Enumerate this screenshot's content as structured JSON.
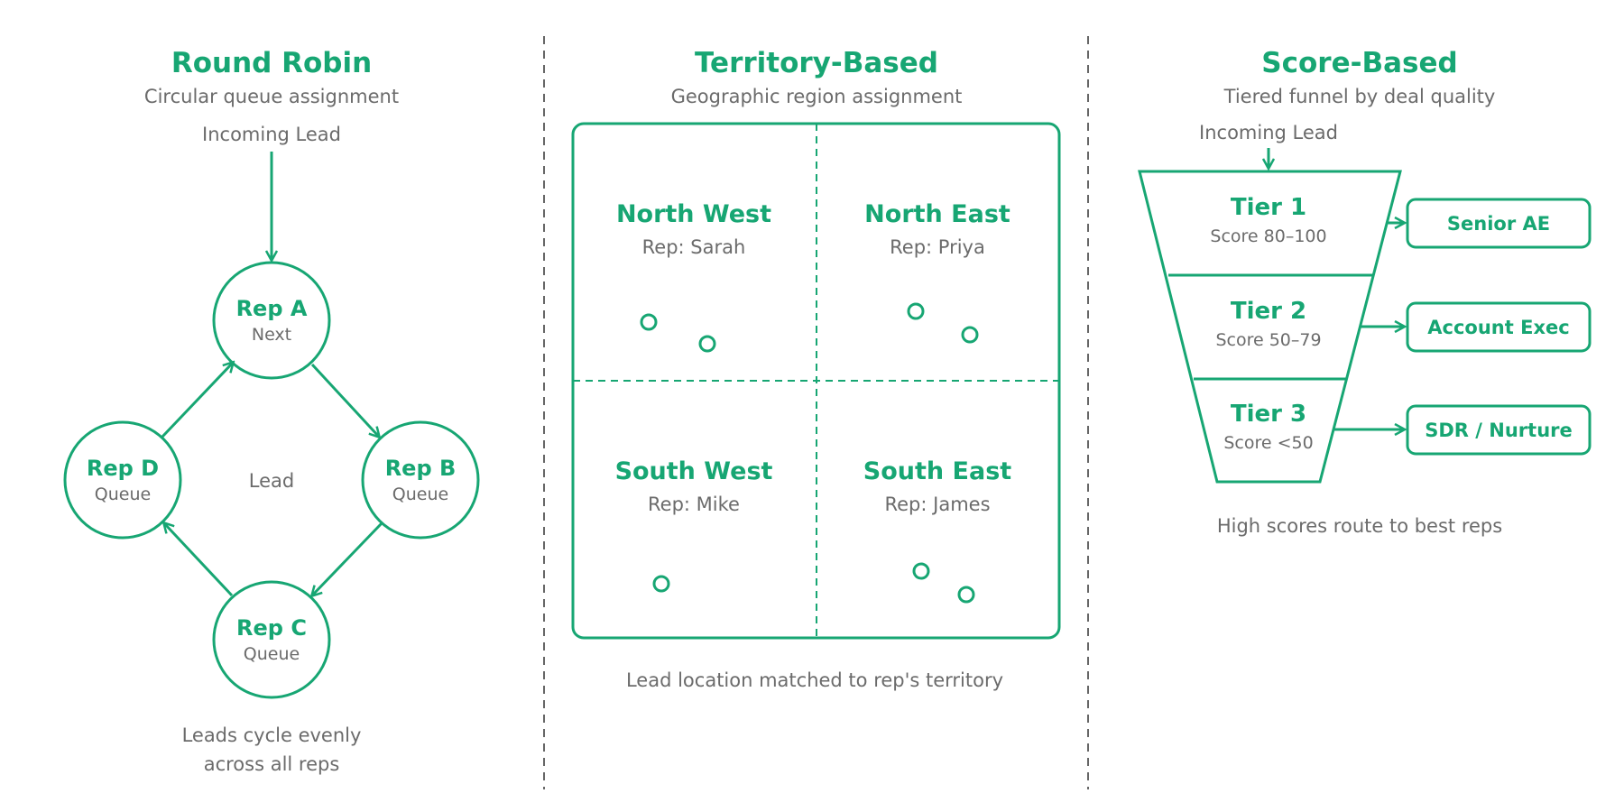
{
  "colors": {
    "accent": "#17a673",
    "text_muted": "#6b6b6b",
    "divider": "#666666"
  },
  "round_robin": {
    "title": "Round Robin",
    "subtitle": "Circular queue assignment",
    "incoming": "Incoming Lead",
    "center": "Lead",
    "reps": [
      {
        "name": "Rep A",
        "status": "Next"
      },
      {
        "name": "Rep B",
        "status": "Queue"
      },
      {
        "name": "Rep C",
        "status": "Queue"
      },
      {
        "name": "Rep D",
        "status": "Queue"
      }
    ],
    "caption_line1": "Leads cycle evenly",
    "caption_line2": "across all reps"
  },
  "territory": {
    "title": "Territory-Based",
    "subtitle": "Geographic region assignment",
    "regions": [
      {
        "name": "North West",
        "rep": "Rep: Sarah"
      },
      {
        "name": "North East",
        "rep": "Rep: Priya"
      },
      {
        "name": "South West",
        "rep": "Rep: Mike"
      },
      {
        "name": "South East",
        "rep": "Rep: James"
      }
    ],
    "caption": "Lead location matched to rep's territory"
  },
  "score": {
    "title": "Score-Based",
    "subtitle": "Tiered funnel by deal quality",
    "incoming": "Incoming Lead",
    "tiers": [
      {
        "name": "Tier 1",
        "score": "Score 80–100",
        "destination": "Senior AE"
      },
      {
        "name": "Tier 2",
        "score": "Score 50–79",
        "destination": "Account Exec"
      },
      {
        "name": "Tier 3",
        "score": "Score <50",
        "destination": "SDR / Nurture"
      }
    ],
    "caption": "High scores route to best reps"
  }
}
